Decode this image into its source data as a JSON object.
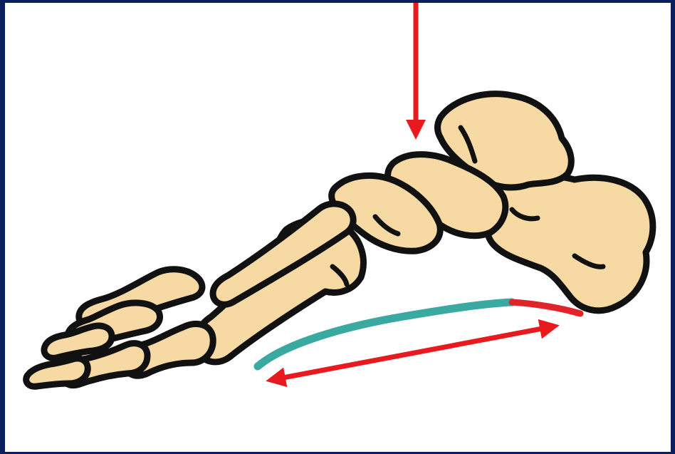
{
  "diagram": {
    "subject": "foot-skeleton-plantar-fascia",
    "colors": {
      "frame": "#0b1f5c",
      "background": "#ffffff",
      "bone_fill": "#f6d9a3",
      "bone_outline": "#111111",
      "fascia": "#3aa9a2",
      "fascia_insertion": "#e0242a",
      "arrow": "#e8191f"
    },
    "arrows": [
      {
        "name": "downward-load-arrow",
        "direction": "down"
      },
      {
        "name": "tension-double-arrow",
        "direction": "both"
      }
    ]
  }
}
